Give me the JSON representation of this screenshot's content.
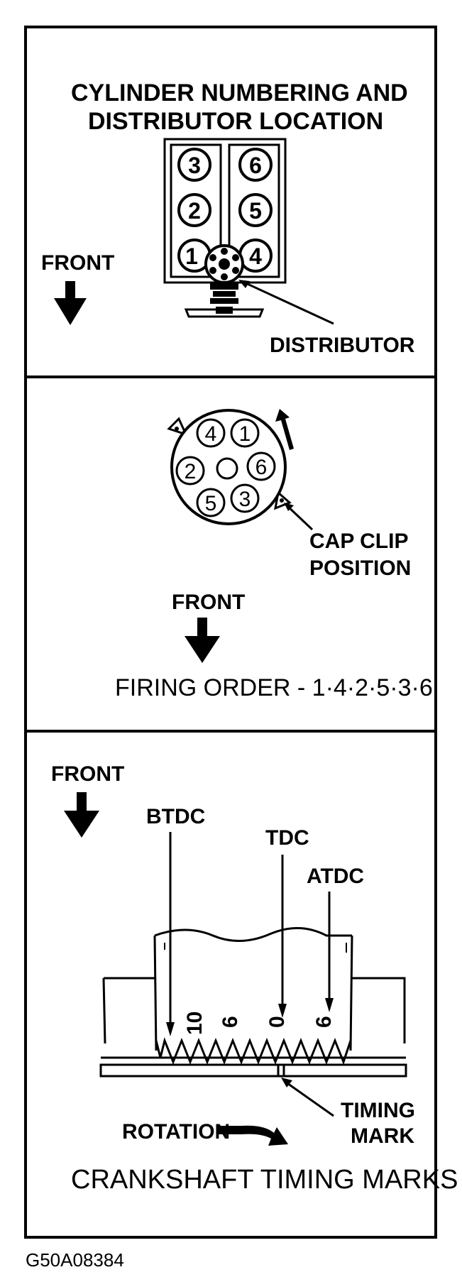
{
  "panel1": {
    "title_line1": "CYLINDER NUMBERING AND",
    "title_line2": "DISTRIBUTOR LOCATION",
    "front_label": "FRONT",
    "distributor_label": "DISTRIBUTOR",
    "cylinders_left": [
      "3",
      "2",
      "1"
    ],
    "cylinders_right": [
      "6",
      "5",
      "4"
    ]
  },
  "panel2": {
    "cap_terminals": [
      "4",
      "1",
      "2",
      "6",
      "5",
      "3"
    ],
    "cap_clip_line1": "CAP CLIP",
    "cap_clip_line2": "POSITION",
    "front_label": "FRONT",
    "firing_order": "FIRING ORDER - 1·4·2·5·3·6"
  },
  "panel3": {
    "front_label": "FRONT",
    "btdc_label": "BTDC",
    "tdc_label": "TDC",
    "atdc_label": "ATDC",
    "scale_marks": [
      "10",
      "6",
      "0",
      "6"
    ],
    "timing_mark_line1": "TIMING",
    "timing_mark_line2": "MARK",
    "rotation_label": "ROTATION",
    "caption": "CRANKSHAFT TIMING MARKS"
  },
  "figure_id": "G50A08384"
}
